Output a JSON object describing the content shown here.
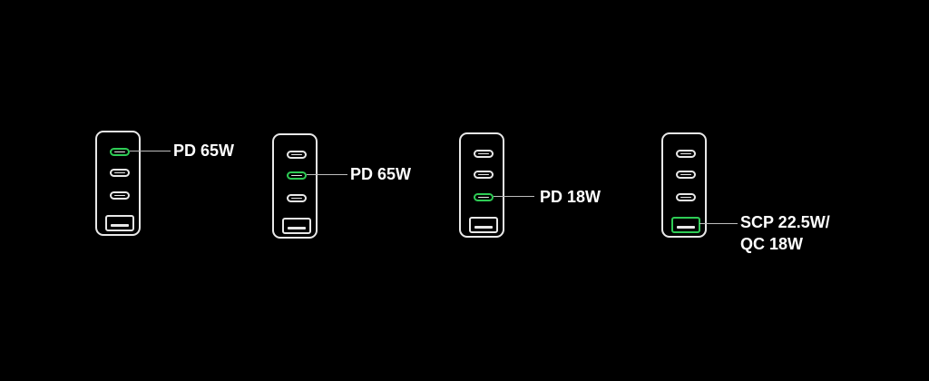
{
  "colors": {
    "background": "#000000",
    "outline": "#e8e8e8",
    "active_port": "#2ecc55",
    "leader_line": "#bdbdbd",
    "label": "#ffffff"
  },
  "chargers": [
    {
      "active_port": "usb-c-1",
      "label": "PD 65W"
    },
    {
      "active_port": "usb-c-2",
      "label": "PD 65W"
    },
    {
      "active_port": "usb-c-3",
      "label": "PD 18W"
    },
    {
      "active_port": "usb-a",
      "label_line1": "SCP 22.5W/",
      "label_line2": "QC 18W"
    }
  ]
}
